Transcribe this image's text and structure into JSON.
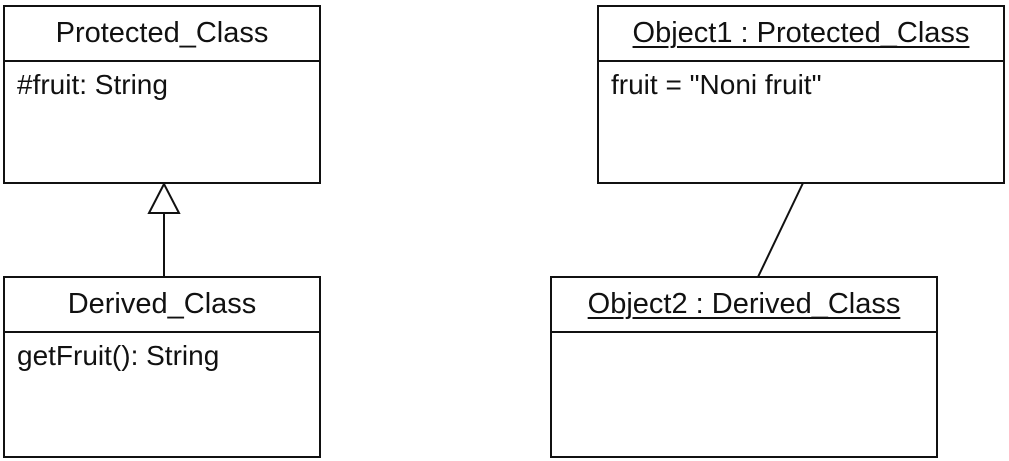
{
  "classes": {
    "protected": {
      "name": "Protected_Class",
      "attribute": "#fruit: String"
    },
    "derived": {
      "name": "Derived_Class",
      "operation": "getFruit(): String"
    }
  },
  "objects": {
    "object1": {
      "title": "Object1 : Protected_Class",
      "slot": "fruit = \"Noni fruit\""
    },
    "object2": {
      "title": "Object2 : Derived_Class"
    }
  }
}
